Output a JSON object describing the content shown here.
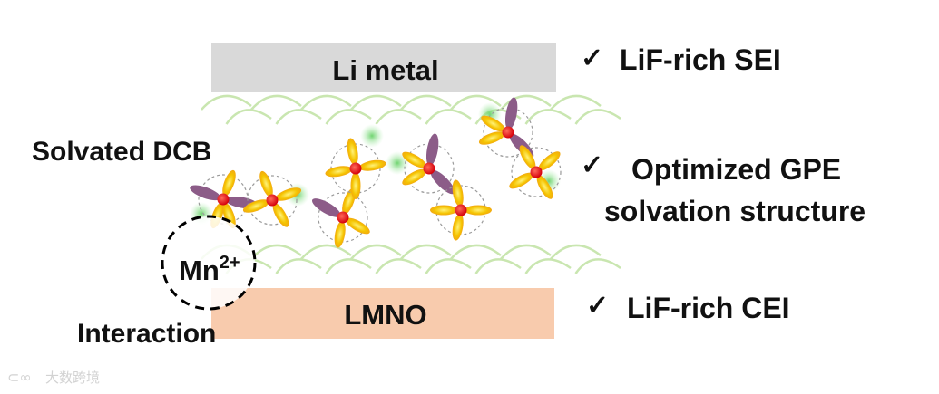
{
  "layers": {
    "top": "Li metal",
    "bottom": "LMNO"
  },
  "labels": {
    "solvated": "Solvated DCB",
    "interaction": "Interaction",
    "mn_base": "Mn",
    "mn_sup": "2+"
  },
  "benefits": [
    {
      "check": "✓",
      "lines": [
        "LiF-rich SEI"
      ]
    },
    {
      "check": "✓",
      "lines": [
        "Optimized GPE",
        "solvation structure"
      ]
    },
    {
      "check": "✓",
      "lines": [
        "LiF-rich CEI"
      ]
    }
  ],
  "watermark": "大数跨境",
  "colors": {
    "li_metal": "#d9d9d9",
    "lmno": "#f8cbad",
    "polymer": "#c9e6b0",
    "center_atom": "#e8151b",
    "yellow_petal": "#f5c400",
    "orange_petal": "#f09a1d",
    "purple_ligand": "#8c5c88",
    "glow": "#8fdc8f"
  }
}
